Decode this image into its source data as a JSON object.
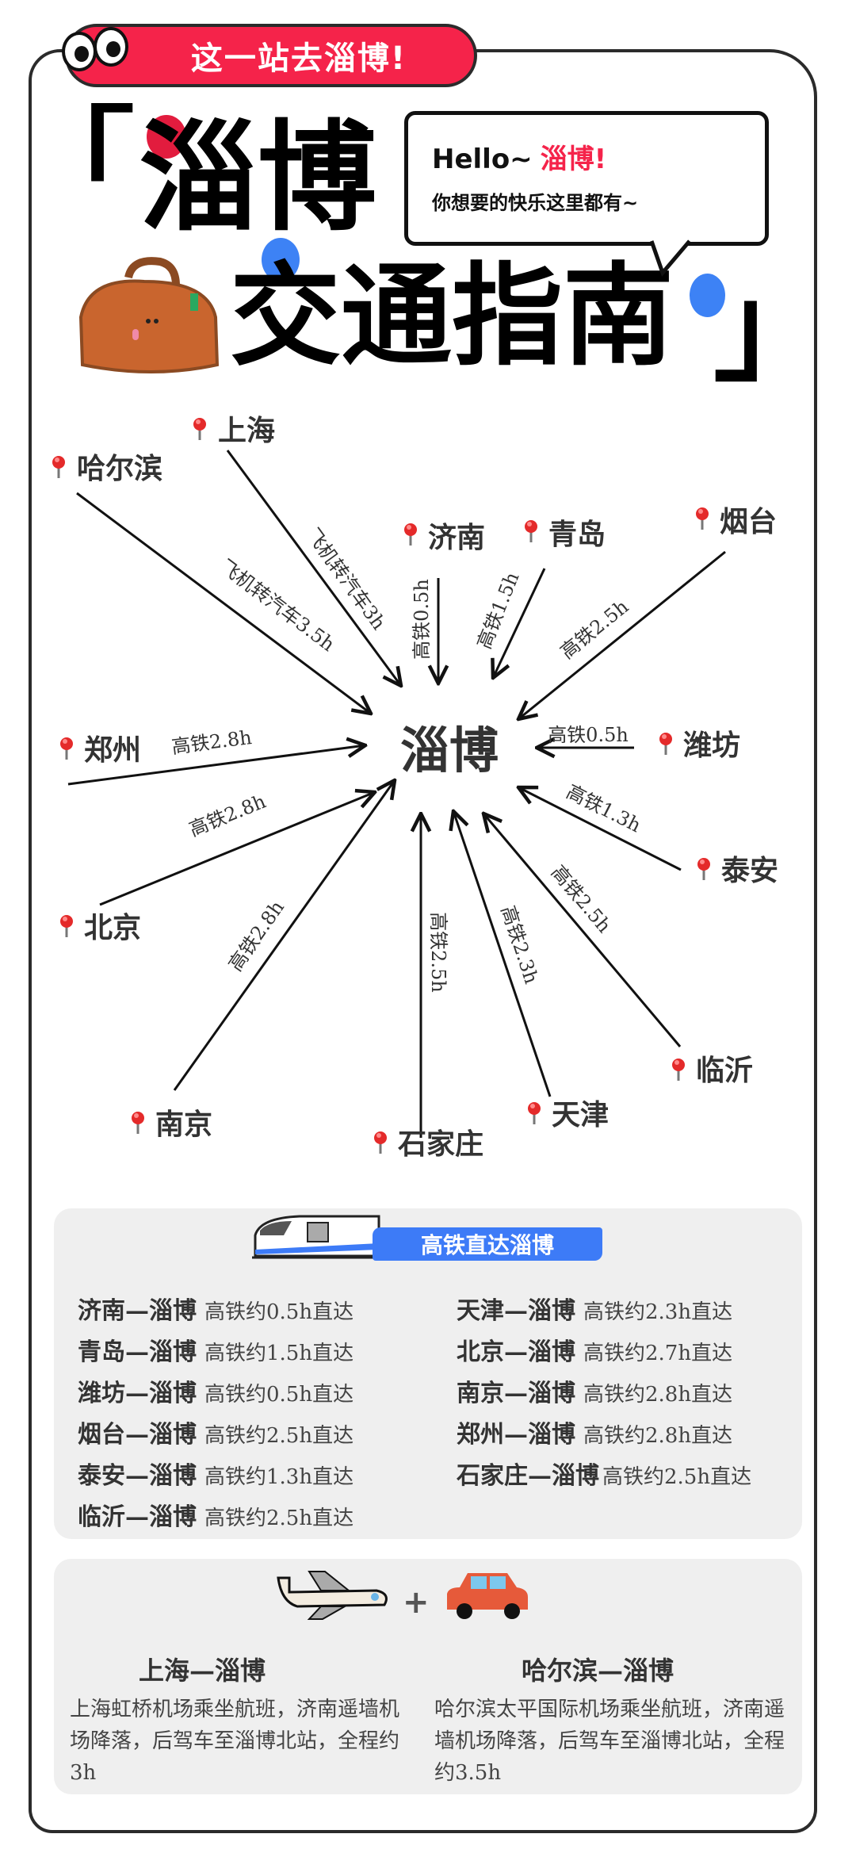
{
  "header": {
    "banner": "这一站去淄博!",
    "title_line1": "淄博",
    "title_line2": "交通指南",
    "bracket_open": "「",
    "bracket_close": "」",
    "bubble_hello": "Hello~",
    "bubble_zibo": "淄博!",
    "bubble_sub": "你想要的快乐这里都有~"
  },
  "map": {
    "center": "淄博",
    "cities": [
      "哈尔滨",
      "上海",
      "济南",
      "青岛",
      "烟台",
      "郑州",
      "潍坊",
      "泰安",
      "北京",
      "临沂",
      "南京",
      "石家庄",
      "天津"
    ],
    "labels": [
      "飞机转汽车3.5h",
      "飞机转汽车3h",
      "高铁0.5h",
      "高铁1.5h",
      "高铁2.5h",
      "高铁2.8h",
      "高铁0.5h",
      "高铁1.3h",
      "高铁2.8h",
      "高铁2.5h",
      "高铁2.8h",
      "高铁2.5h",
      "高铁2.3h"
    ]
  },
  "rail": {
    "tag": "高铁直达淄博",
    "left": [
      {
        "route": "济南—淄博",
        "detail": "高铁约0.5h直达"
      },
      {
        "route": "青岛—淄博",
        "detail": "高铁约1.5h直达"
      },
      {
        "route": "潍坊—淄博",
        "detail": "高铁约0.5h直达"
      },
      {
        "route": "烟台—淄博",
        "detail": "高铁约2.5h直达"
      },
      {
        "route": "泰安—淄博",
        "detail": "高铁约1.3h直达"
      },
      {
        "route": "临沂—淄博",
        "detail": "高铁约2.5h直达"
      }
    ],
    "right": [
      {
        "route": "天津—淄博",
        "detail": "高铁约2.3h直达"
      },
      {
        "route": "北京—淄博",
        "detail": "高铁约2.7h直达"
      },
      {
        "route": "南京—淄博",
        "detail": "高铁约2.8h直达"
      },
      {
        "route": "郑州—淄博",
        "detail": "高铁约2.8h直达"
      },
      {
        "route": "石家庄—淄博",
        "detail": "高铁约2.5h直达"
      }
    ]
  },
  "flight": {
    "plus": "+",
    "items": [
      {
        "title": "上海—淄博",
        "text": "上海虹桥机场乘坐航班，济南遥墙机场降落，后驾车至淄博北站，全程约3h"
      },
      {
        "title": "哈尔滨—淄博",
        "text": "哈尔滨太平国际机场乘坐航班，济南遥墙机场降落，后驾车至淄博北站，全程约3.5h"
      }
    ]
  },
  "colors": {
    "red": "#f5234a",
    "blue": "#3d7bf7",
    "panel": "#efefef"
  }
}
